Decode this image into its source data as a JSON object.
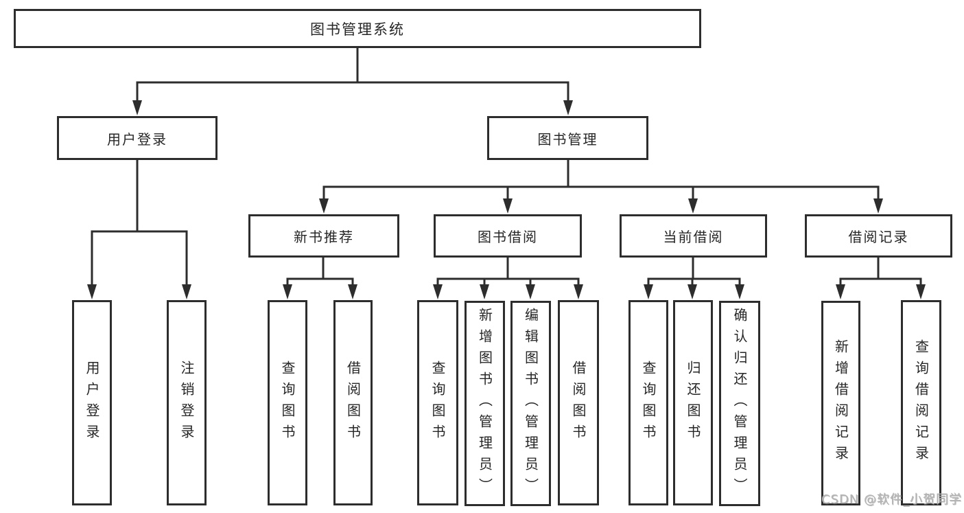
{
  "diagram": {
    "root": {
      "label": "图书管理系统"
    },
    "branches": [
      {
        "label": "用户登录",
        "children": [
          "用户登录",
          "注销登录"
        ]
      },
      {
        "label": "图书管理",
        "children": [
          {
            "label": "新书推荐",
            "children": [
              "查询图书",
              "借阅图书"
            ]
          },
          {
            "label": "图书借阅",
            "children": [
              "查询图书",
              "新增图书（管理员）",
              "编辑图书（管理员）",
              "借阅图书"
            ]
          },
          {
            "label": "当前借阅",
            "children": [
              "查询图书",
              "归还图书",
              "确认归还（管理员）"
            ]
          },
          {
            "label": "借阅记录",
            "children": [
              "新增借阅记录",
              "查询借阅记录"
            ]
          }
        ]
      }
    ],
    "watermark": "CSDN @软件_小贺同学",
    "colors": {
      "line": "#2d2d2d",
      "box_border": "#2d2d2d",
      "box_fill": "#ffffff",
      "text": "#262626",
      "watermark": "#b4b4b4",
      "background": "#ffffff"
    }
  }
}
